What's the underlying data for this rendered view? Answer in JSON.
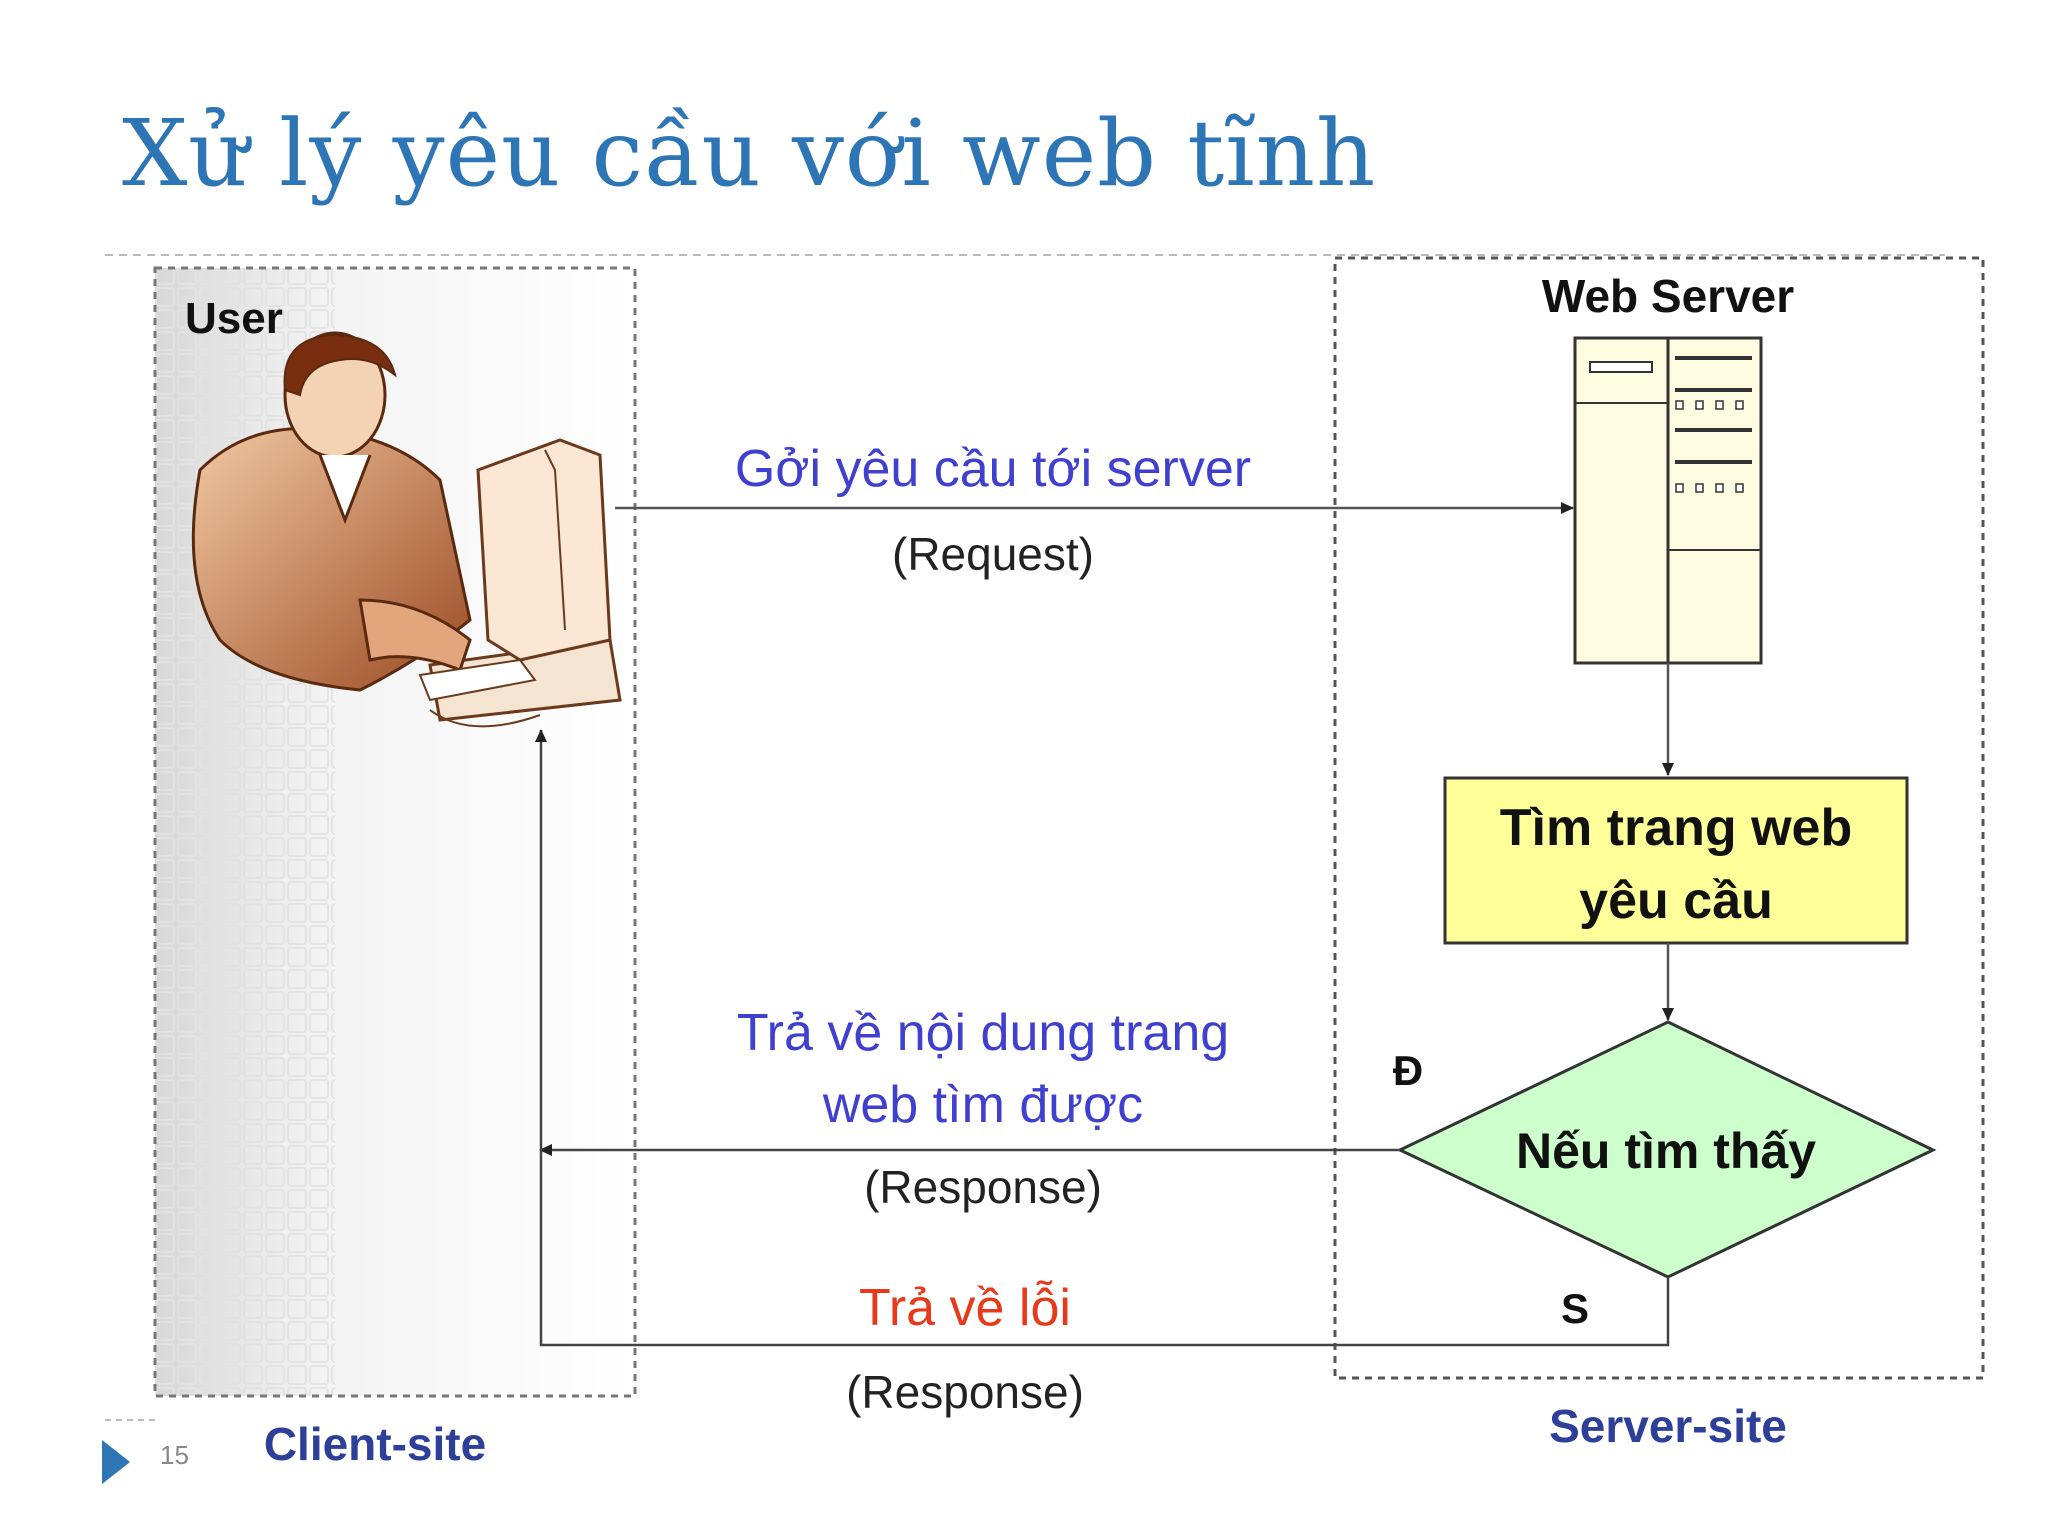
{
  "slide": {
    "title": "Xử lý yêu cầu với web tĩnh",
    "page_number": "15"
  },
  "diagram": {
    "user_label": "User",
    "web_server_label": "Web Server",
    "request_text": "Gởi yêu cầu tới server",
    "request_sub": "(Request)",
    "find_box_line1": "Tìm trang web",
    "find_box_line2": "yêu cầu",
    "decision_text": "Nếu tìm thấy",
    "yes_label": "Đ",
    "no_label": "S",
    "response_ok_line1": "Trả về nội dung trang",
    "response_ok_line2": "web tìm được",
    "response_ok_sub": "(Response)",
    "response_err_text": "Trả về lỗi",
    "response_err_sub": "(Response)",
    "client_site_label": "Client-site",
    "server_site_label": "Server-site"
  },
  "colors": {
    "title": "#2e75b6",
    "request_text": "#3f3fd0",
    "error_text": "#e83a1a",
    "site_label": "#2e3f9a",
    "find_box_fill": "#ffff99",
    "decision_fill": "#ccffcc"
  }
}
